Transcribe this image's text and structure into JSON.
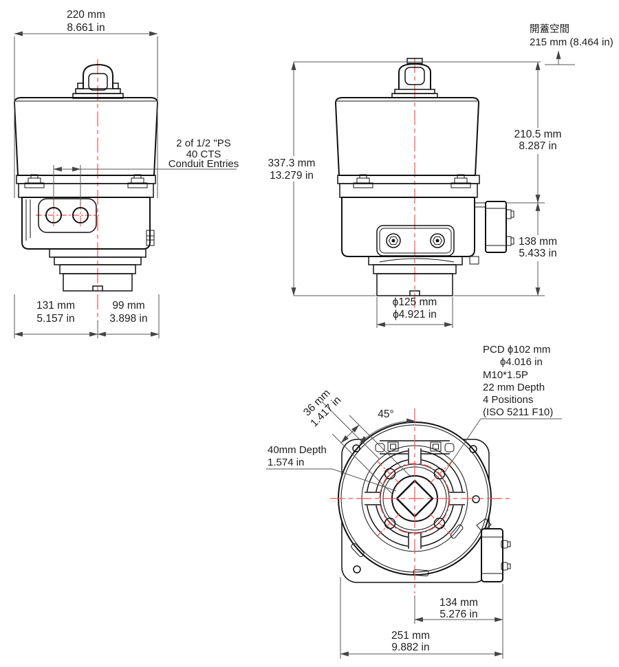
{
  "front": {
    "width_mm": "220 mm",
    "width_in": "8.661 in",
    "conduit_note_1": "2 of 1/2 \"PS",
    "conduit_note_2": "40 CTS",
    "conduit_note_3": "Conduit Entries",
    "left_mm": "131 mm",
    "left_in": "5.157 in",
    "right_mm": "99 mm",
    "right_in": "3.898 in"
  },
  "side": {
    "clearance_title": "開蓋空間",
    "clearance_value": "215 mm (8.464 in)",
    "height_mm": "337.3 mm",
    "height_in": "13.279 in",
    "upper_mm": "210.5 mm",
    "upper_in": "8.287 in",
    "lower_mm": "138 mm",
    "lower_in": "5.433 in",
    "flange_mm": "ϕ125 mm",
    "flange_in": "ϕ4.921 in"
  },
  "bottom": {
    "pcd_1": "PCD ϕ102 mm",
    "pcd_2": "ϕ4.016 in",
    "pcd_3": "M10*1.5P",
    "pcd_4": "22 mm Depth",
    "pcd_5": "4 Positions",
    "pcd_6": "(ISO 5211 F10)",
    "square_mm": "36 mm",
    "square_in": "1.417 in",
    "angle": "45°",
    "depth_1": "40mm Depth",
    "depth_2": "1.574 in",
    "center_mm": "134 mm",
    "center_in": "5.276 in",
    "overall_mm": "251 mm",
    "overall_in": "9.882 in"
  },
  "colors": {
    "line": "#111111",
    "dim_line": "#555555",
    "centerline": "#ff4d4d"
  }
}
